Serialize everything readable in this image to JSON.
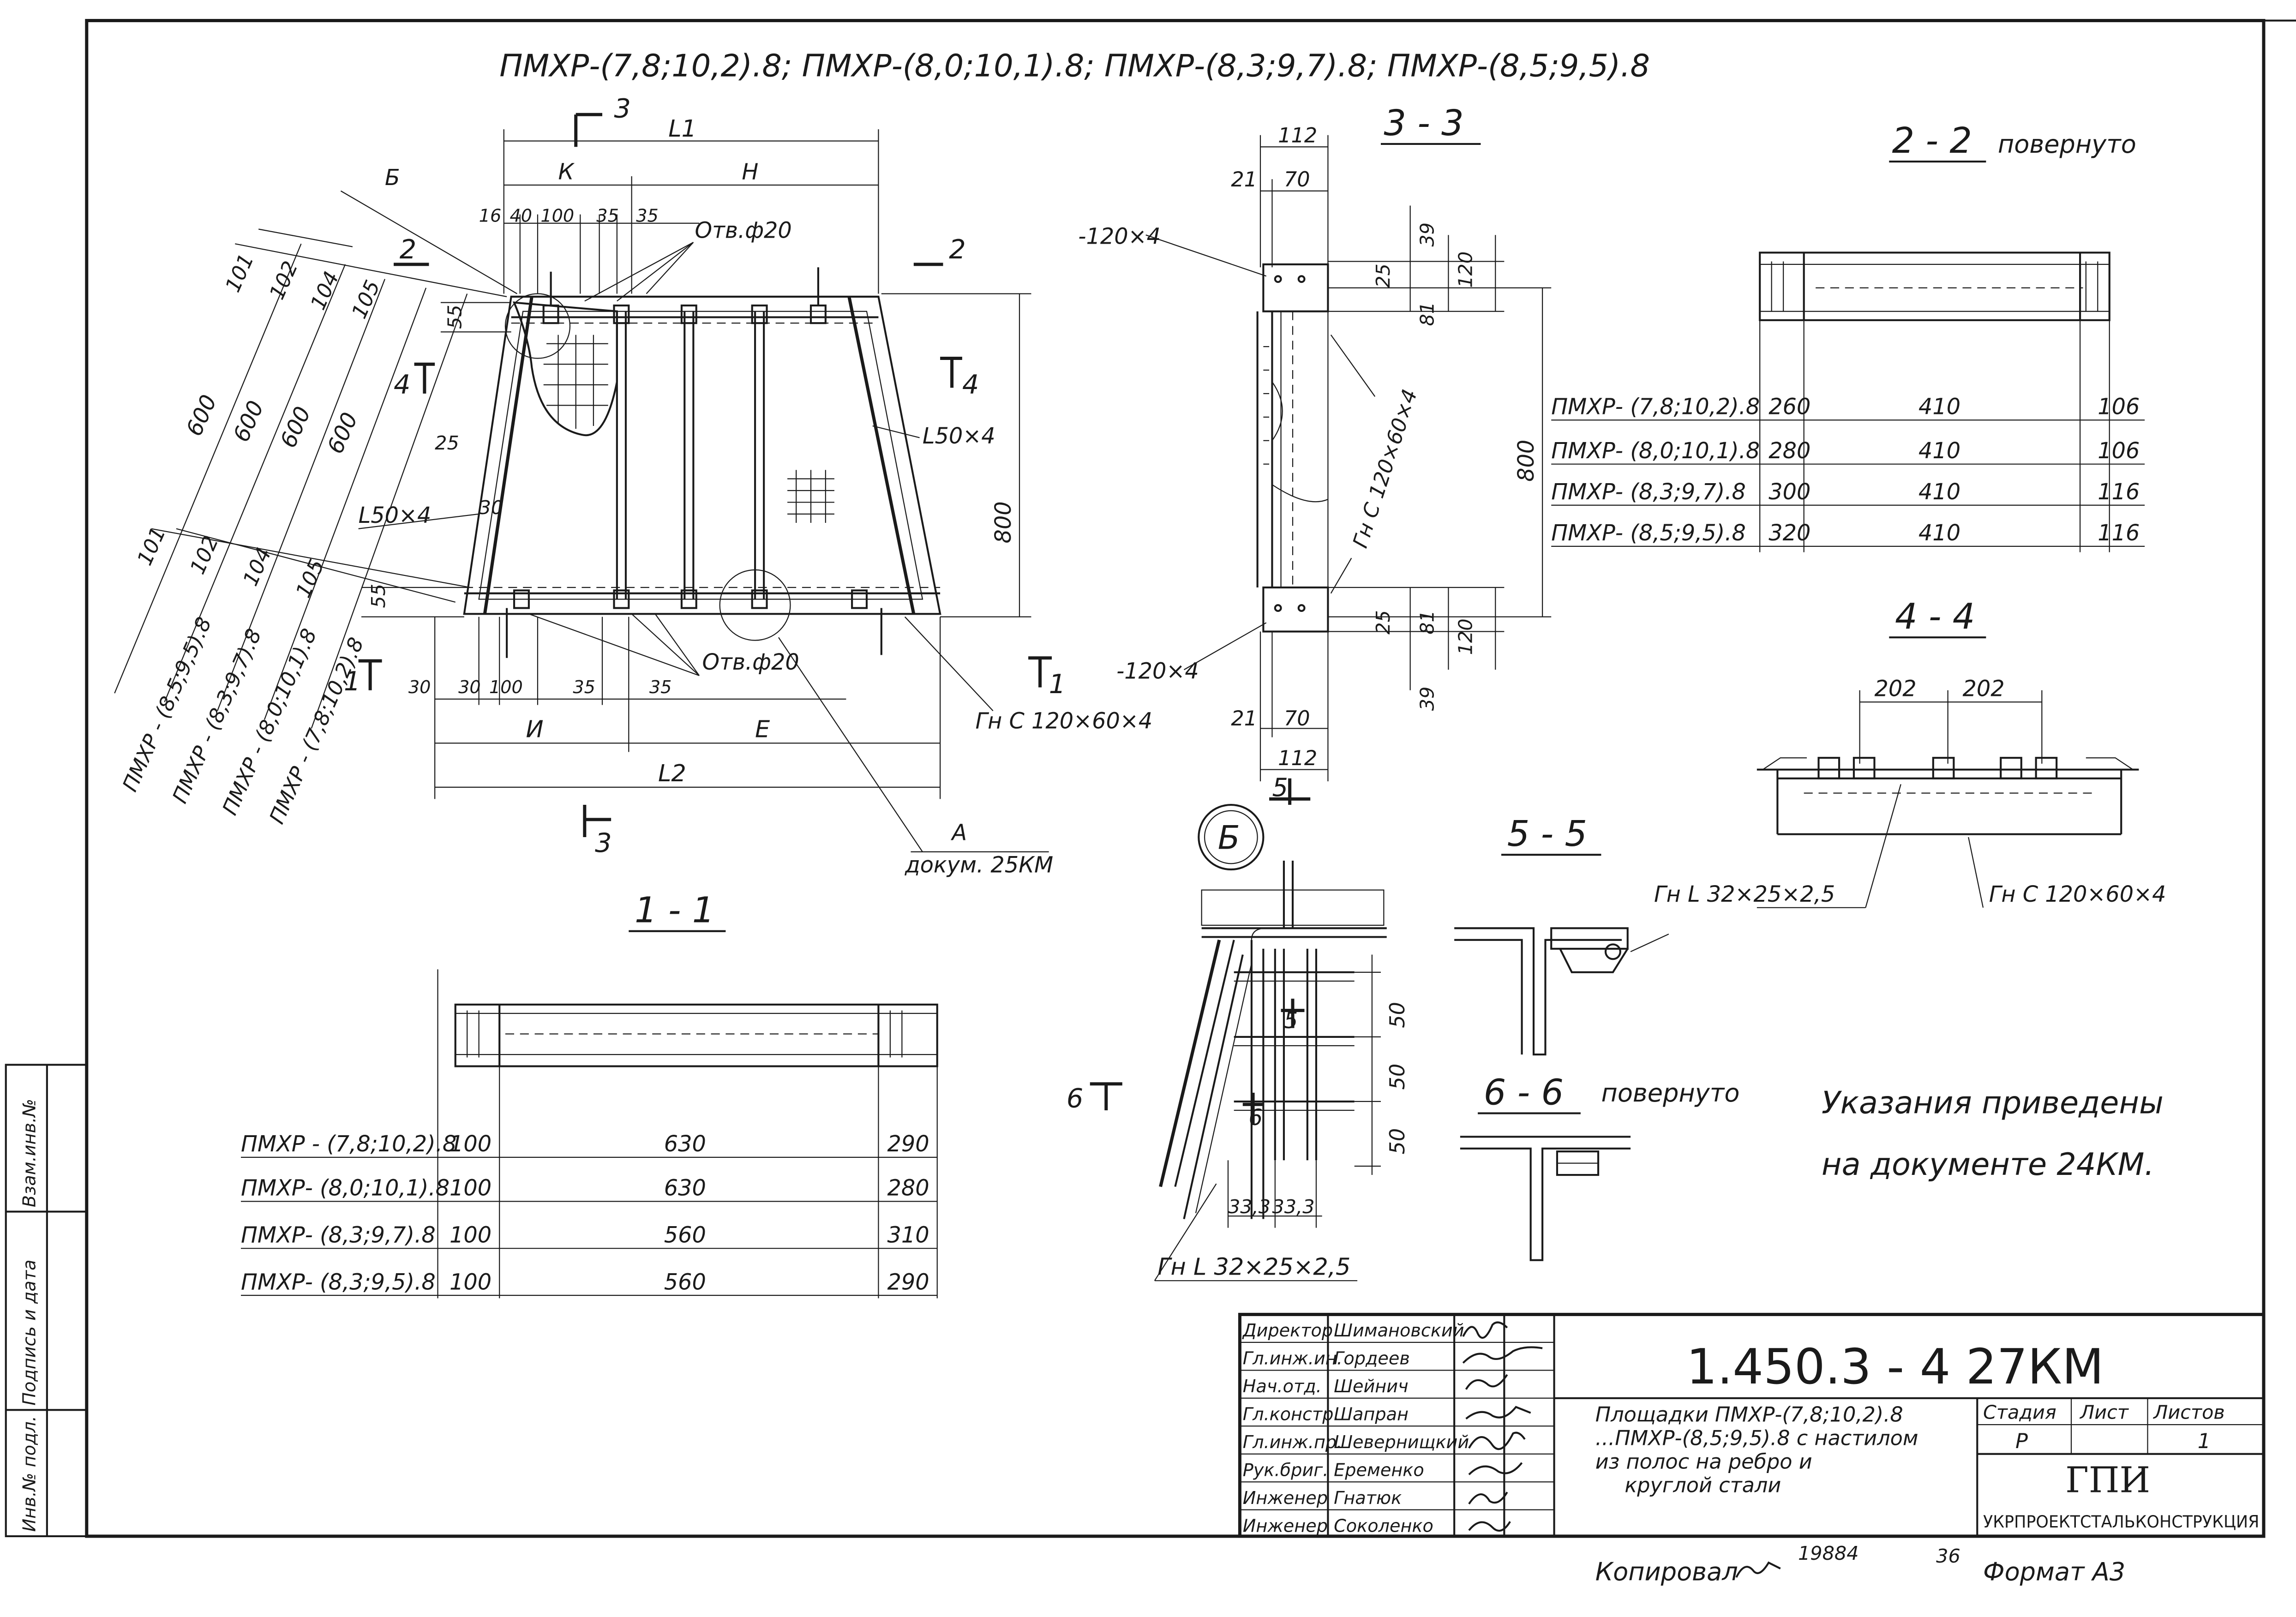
{
  "header": "ПМХР-(7,8;10,2).8; ПМХР-(8,0;10,1).8; ПМХР-(8,3;9,7).8; ПМХР-(8,5;9,5).8",
  "plan": {
    "cut_mark_3": "3",
    "cut_mark_2": "2",
    "cut_mark_4": "4",
    "cut_mark_1": "1",
    "dim_L1": "L1",
    "dim_L2": "L2",
    "dim_K": "К",
    "dim_H": "Н",
    "dim_I": "И",
    "dim_E": "Е",
    "callout_B": "Б",
    "top_dims": [
      "16",
      "40",
      "100",
      "35",
      "35"
    ],
    "bottom_dims": [
      "30",
      "30",
      "100",
      "35",
      "35"
    ],
    "hole_top": "Отв.ф20",
    "hole_bottom": "Отв.ф20",
    "dim_55_top": "55",
    "dim_55_bottom": "55",
    "dim_25": "25",
    "dim_30": "30",
    "angle_left": "L50×4",
    "angle_right": "L50×4",
    "height_800": "800",
    "channel": "Гн С 120×60×4",
    "callout_A": "А",
    "callout_A_doc": "докум. 25КМ"
  },
  "left_dims": {
    "top_row": [
      "101",
      "102",
      "104",
      "105"
    ],
    "middle_row": [
      "600",
      "600",
      "600",
      "600"
    ],
    "lower_row": [
      "101",
      "102",
      "104",
      "105"
    ],
    "labels": [
      "ПМХР - (8,5;9,5).8",
      "ПМХР - (8,3;9,7).8",
      "ПМХР - (8,0;10,1).8",
      "ПМХР - (7,8;10,2).8"
    ]
  },
  "section_33": {
    "title": "3 - 3",
    "dims_top": [
      "112",
      "21",
      "70"
    ],
    "dims_bottom": [
      "21",
      "70",
      "112"
    ],
    "plate_top": "-120×4",
    "plate_bottom": "-120×4",
    "right_dims_top": [
      "39",
      "25",
      "120",
      "81"
    ],
    "right_dims_bottom": [
      "25",
      "81",
      "120",
      "39"
    ],
    "height": "800",
    "channel": "Гн С 120×60×4",
    "cut_mark_5": "5"
  },
  "section_22": {
    "title": "2 - 2",
    "subtitle": "повернуто",
    "rows": [
      [
        "ПМХР- (7,8;10,2).8",
        "260",
        "410",
        "106"
      ],
      [
        "ПМХР- (8,0;10,1).8",
        "280",
        "410",
        "106"
      ],
      [
        "ПМХР- (8,3;9,7).8",
        "300",
        "410",
        "116"
      ],
      [
        "ПМХР- (8,5;9,5).8",
        "320",
        "410",
        "116"
      ]
    ]
  },
  "section_44": {
    "title": "4 - 4",
    "dims": [
      "202",
      "202"
    ],
    "angle": "Гн L 32×25×2,5",
    "channel": "Гн С 120×60×4"
  },
  "section_11": {
    "title": "1 - 1",
    "rows": [
      [
        "ПМХР - (7,8;10,2).8",
        "100",
        "630",
        "290"
      ],
      [
        "ПМХР- (8,0;10,1).8",
        "100",
        "630",
        "280"
      ],
      [
        "ПМХР- (8,3;9,7).8",
        "100",
        "560",
        "310"
      ],
      [
        "ПМХР- (8,3;9,5).8",
        "100",
        "560",
        "290"
      ]
    ]
  },
  "detail_B": {
    "title": "Б",
    "cut_mark_5": "5",
    "cut_mark_6": "6",
    "cut_mark_6_left": "6",
    "dims_vertical": [
      "50",
      "50",
      "50"
    ],
    "dims_horizontal": [
      "33,3",
      "33,3"
    ],
    "angle": "Гн L 32×25×2,5"
  },
  "section_55": {
    "title": "5 - 5"
  },
  "section_66": {
    "title": "6 - 6",
    "subtitle": "повернуто"
  },
  "note": {
    "line1": "Указания приведены",
    "line2": "на документе 24КМ."
  },
  "title_block": {
    "code": "1.450.3 - 4   27КМ",
    "description": [
      "Площадки ПМХР-(7,8;10,2).8",
      "...ПМХР-(8,5;9,5).8 с настилом",
      "из полос на ребро и",
      "круглой стали"
    ],
    "stage_header": "Стадия",
    "sheet_header": "Лист",
    "sheets_header": "Листов",
    "stage": "Р",
    "sheets": "1",
    "org_short": "ГПИ",
    "org_full": "УКРПРОЕКТСТАЛЬКОНСТРУКЦИЯ",
    "signatures": [
      {
        "role": "Директор",
        "name": "Шимановский"
      },
      {
        "role": "Гл.инж.ин.",
        "name": "Гордеев"
      },
      {
        "role": "Нач.отд.",
        "name": "Шейнич"
      },
      {
        "role": "Гл.констр.",
        "name": "Шапран"
      },
      {
        "role": "Гл.инж.пр.",
        "name": "Шевернищкий"
      },
      {
        "role": "Рук.бриг.",
        "name": "Еременко"
      },
      {
        "role": "Инженер",
        "name": "Гнатюк"
      },
      {
        "role": "Инженер",
        "name": "Соколенко"
      }
    ]
  },
  "side_stamp": {
    "inv": "Инв.№ подл.",
    "sign": "Подпись и дата",
    "vzam": "Взам.инв.№"
  },
  "footer": {
    "copied": "Копировал",
    "year": "19884",
    "num": "36",
    "format": "Формат А3"
  }
}
